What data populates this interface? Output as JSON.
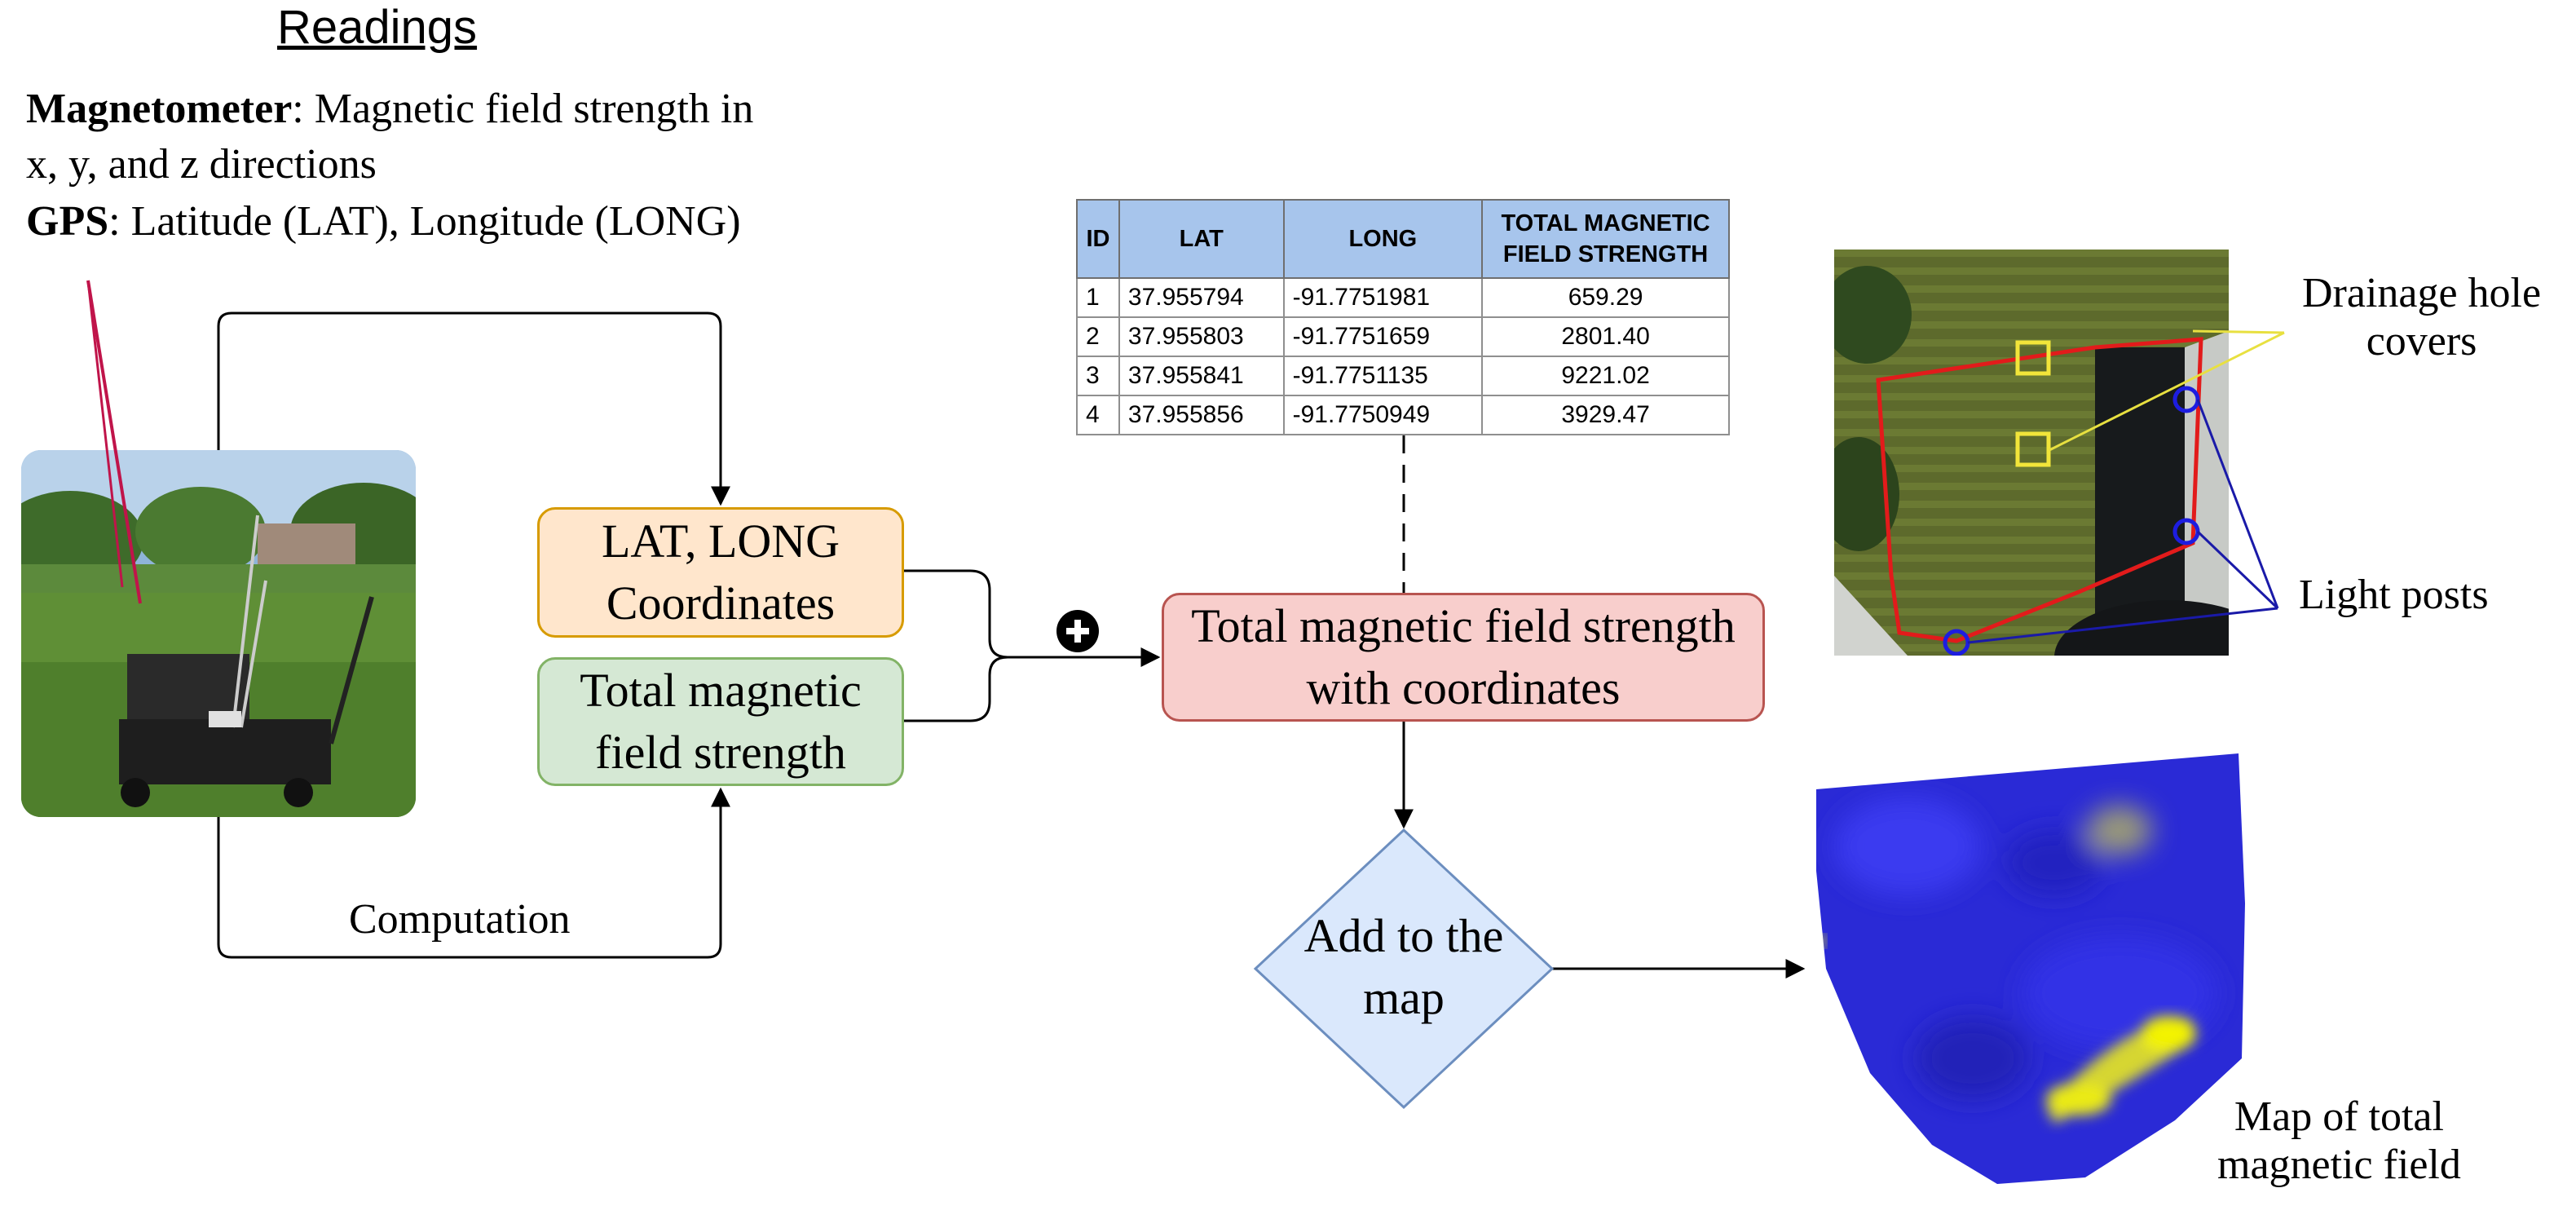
{
  "readings": {
    "title": "Readings",
    "magnetometer_label": "Magnetometer",
    "magnetometer_text_1": ": Magnetic field strength in",
    "magnetometer_text_2": "x, y, and z directions",
    "gps_label": "GPS",
    "gps_text": ": Latitude (LAT), Longitude (LONG)"
  },
  "flow": {
    "coordinates_line1": "LAT, LONG",
    "coordinates_line2": "Coordinates",
    "field_line1": "Total magnetic",
    "field_line2": "field strength",
    "computation_label": "Computation",
    "combined_line1": "Total magnetic field strength",
    "combined_line2": "with coordinates",
    "add_line1": "Add to the",
    "add_line2": "map"
  },
  "table": {
    "headers": [
      "ID",
      "LAT",
      "LONG",
      "TOTAL MAGNETIC FIELD STRENGTH"
    ],
    "rows": [
      [
        "1",
        "37.955794",
        "-91.7751981",
        "659.29"
      ],
      [
        "2",
        "37.955803",
        "-91.7751659",
        "2801.40"
      ],
      [
        "3",
        "37.955841",
        "-91.7751135",
        "9221.02"
      ],
      [
        "4",
        "37.955856",
        "-91.7750949",
        "3929.47"
      ]
    ]
  },
  "annotations": {
    "drainage_line1": "Drainage hole",
    "drainage_line2": "covers",
    "light_posts": "Light posts",
    "map_line1": "Map of total",
    "map_line2": "magnetic field"
  },
  "colors": {
    "orange_fill": "#ffe6cc",
    "green_fill": "#d5e8d4",
    "red_fill": "#f8cecc",
    "diamond_fill": "#dae8fc",
    "table_header": "#a7c5ec",
    "heatmap_base": "#2a2ad6",
    "heatmap_hot": "#f3f300"
  }
}
